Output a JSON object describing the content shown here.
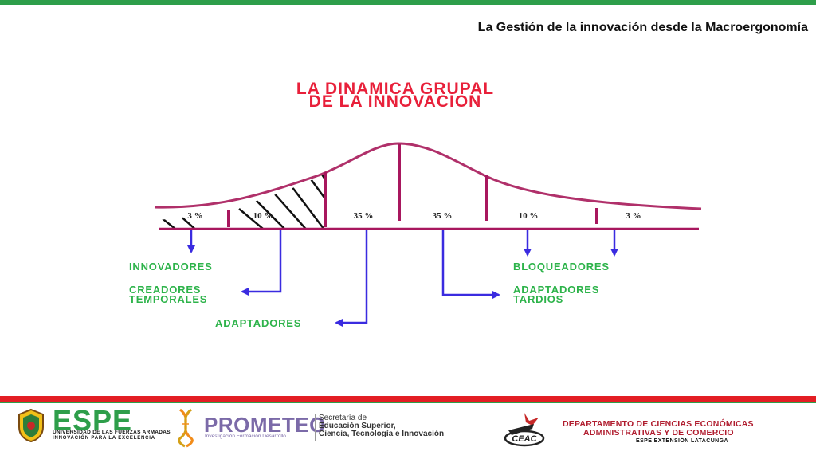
{
  "slide": {
    "title": "La Gestión de la innovación desde la Macroergonomía"
  },
  "diagram": {
    "heading_line1": "LA DINAMICA GRUPAL",
    "heading_line2": "DE LA INNOVACION",
    "segments": [
      {
        "percent": "3 %"
      },
      {
        "percent": "10 %"
      },
      {
        "percent": "35 %"
      },
      {
        "percent": "35 %"
      },
      {
        "percent": "10 %"
      },
      {
        "percent": "3 %"
      }
    ],
    "categories": {
      "innovadores": "INNOVADORES",
      "creadores_1": "CREADORES",
      "creadores_2": "TEMPORALES",
      "adaptadores": "ADAPTADORES",
      "bloqueadores": "BLOQUEADORES",
      "tardios_1": "ADAPTADORES",
      "tardios_2": "TARDIOS"
    },
    "colors": {
      "heading": "#e8203a",
      "labels": "#2db34a",
      "arrows": "#3a2be0",
      "dividers": "#a8175e",
      "curve": "#b0306a"
    }
  },
  "footer": {
    "espe": {
      "name": "ESPE",
      "subtitle": "UNIVERSIDAD DE LAS FUERZAS ARMADAS",
      "tagline": "INNOVACIÓN PARA LA EXCELENCIA"
    },
    "prometeo": {
      "name": "PROMETEO",
      "tagline": "Investigación  Formación  Desarrollo"
    },
    "senescyt": {
      "line1": "Secretaría de",
      "line2": "Educación Superior,",
      "line3": "Ciencia, Tecnología e Innovación"
    },
    "department": {
      "line1": "DEPARTAMENTO DE CIENCIAS ECONÓMICAS",
      "line2": "ADMINISTRATIVAS  Y DE COMERCIO",
      "line3": "ESPE EXTENSIÓN LATACUNGA"
    }
  }
}
